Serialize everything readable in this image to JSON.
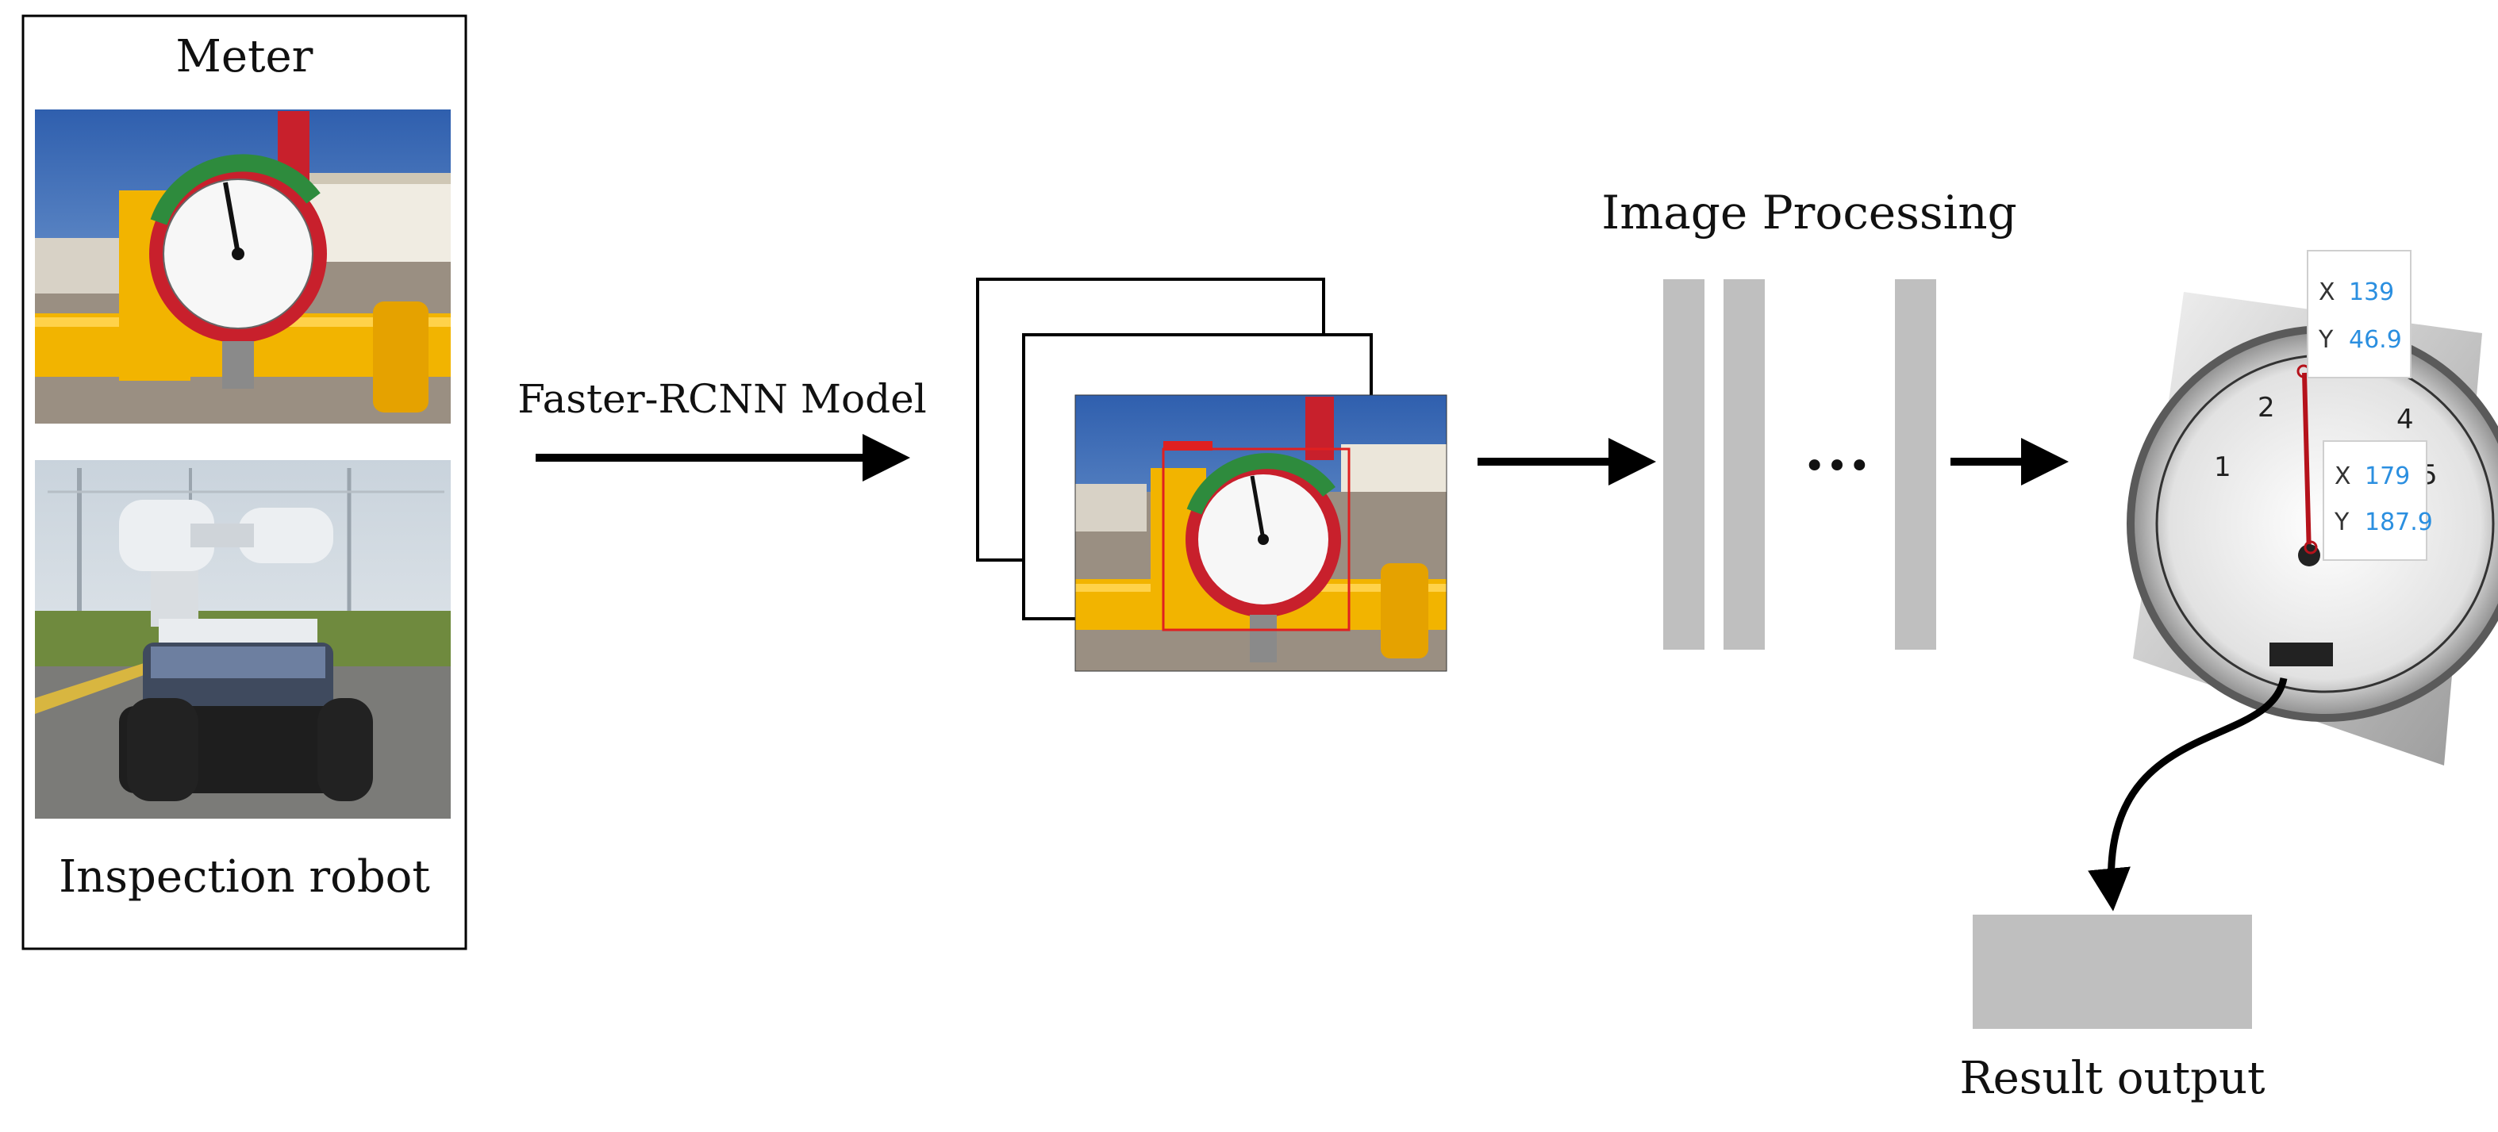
{
  "left_panel": {
    "meter_label": "Meter",
    "robot_label": "Inspection robot"
  },
  "model_label": "Faster-RCNN Model",
  "processing_label": "Image Processing",
  "ellipsis": "•••",
  "points": [
    {
      "x_label": "X",
      "x_value": "139",
      "y_label": "Y",
      "y_value": "46.9"
    },
    {
      "x_label": "X",
      "x_value": "179",
      "y_label": "Y",
      "y_value": "187.9"
    }
  ],
  "result_label": "Result output",
  "colors": {
    "gauge_yellow": "#f2b400",
    "gauge_green": "#2e8b3d",
    "gauge_red": "#c8202c",
    "block_gray": "#bfbfbf",
    "coord_blue": "#2b8fe0",
    "needle_red": "#b5121b"
  }
}
